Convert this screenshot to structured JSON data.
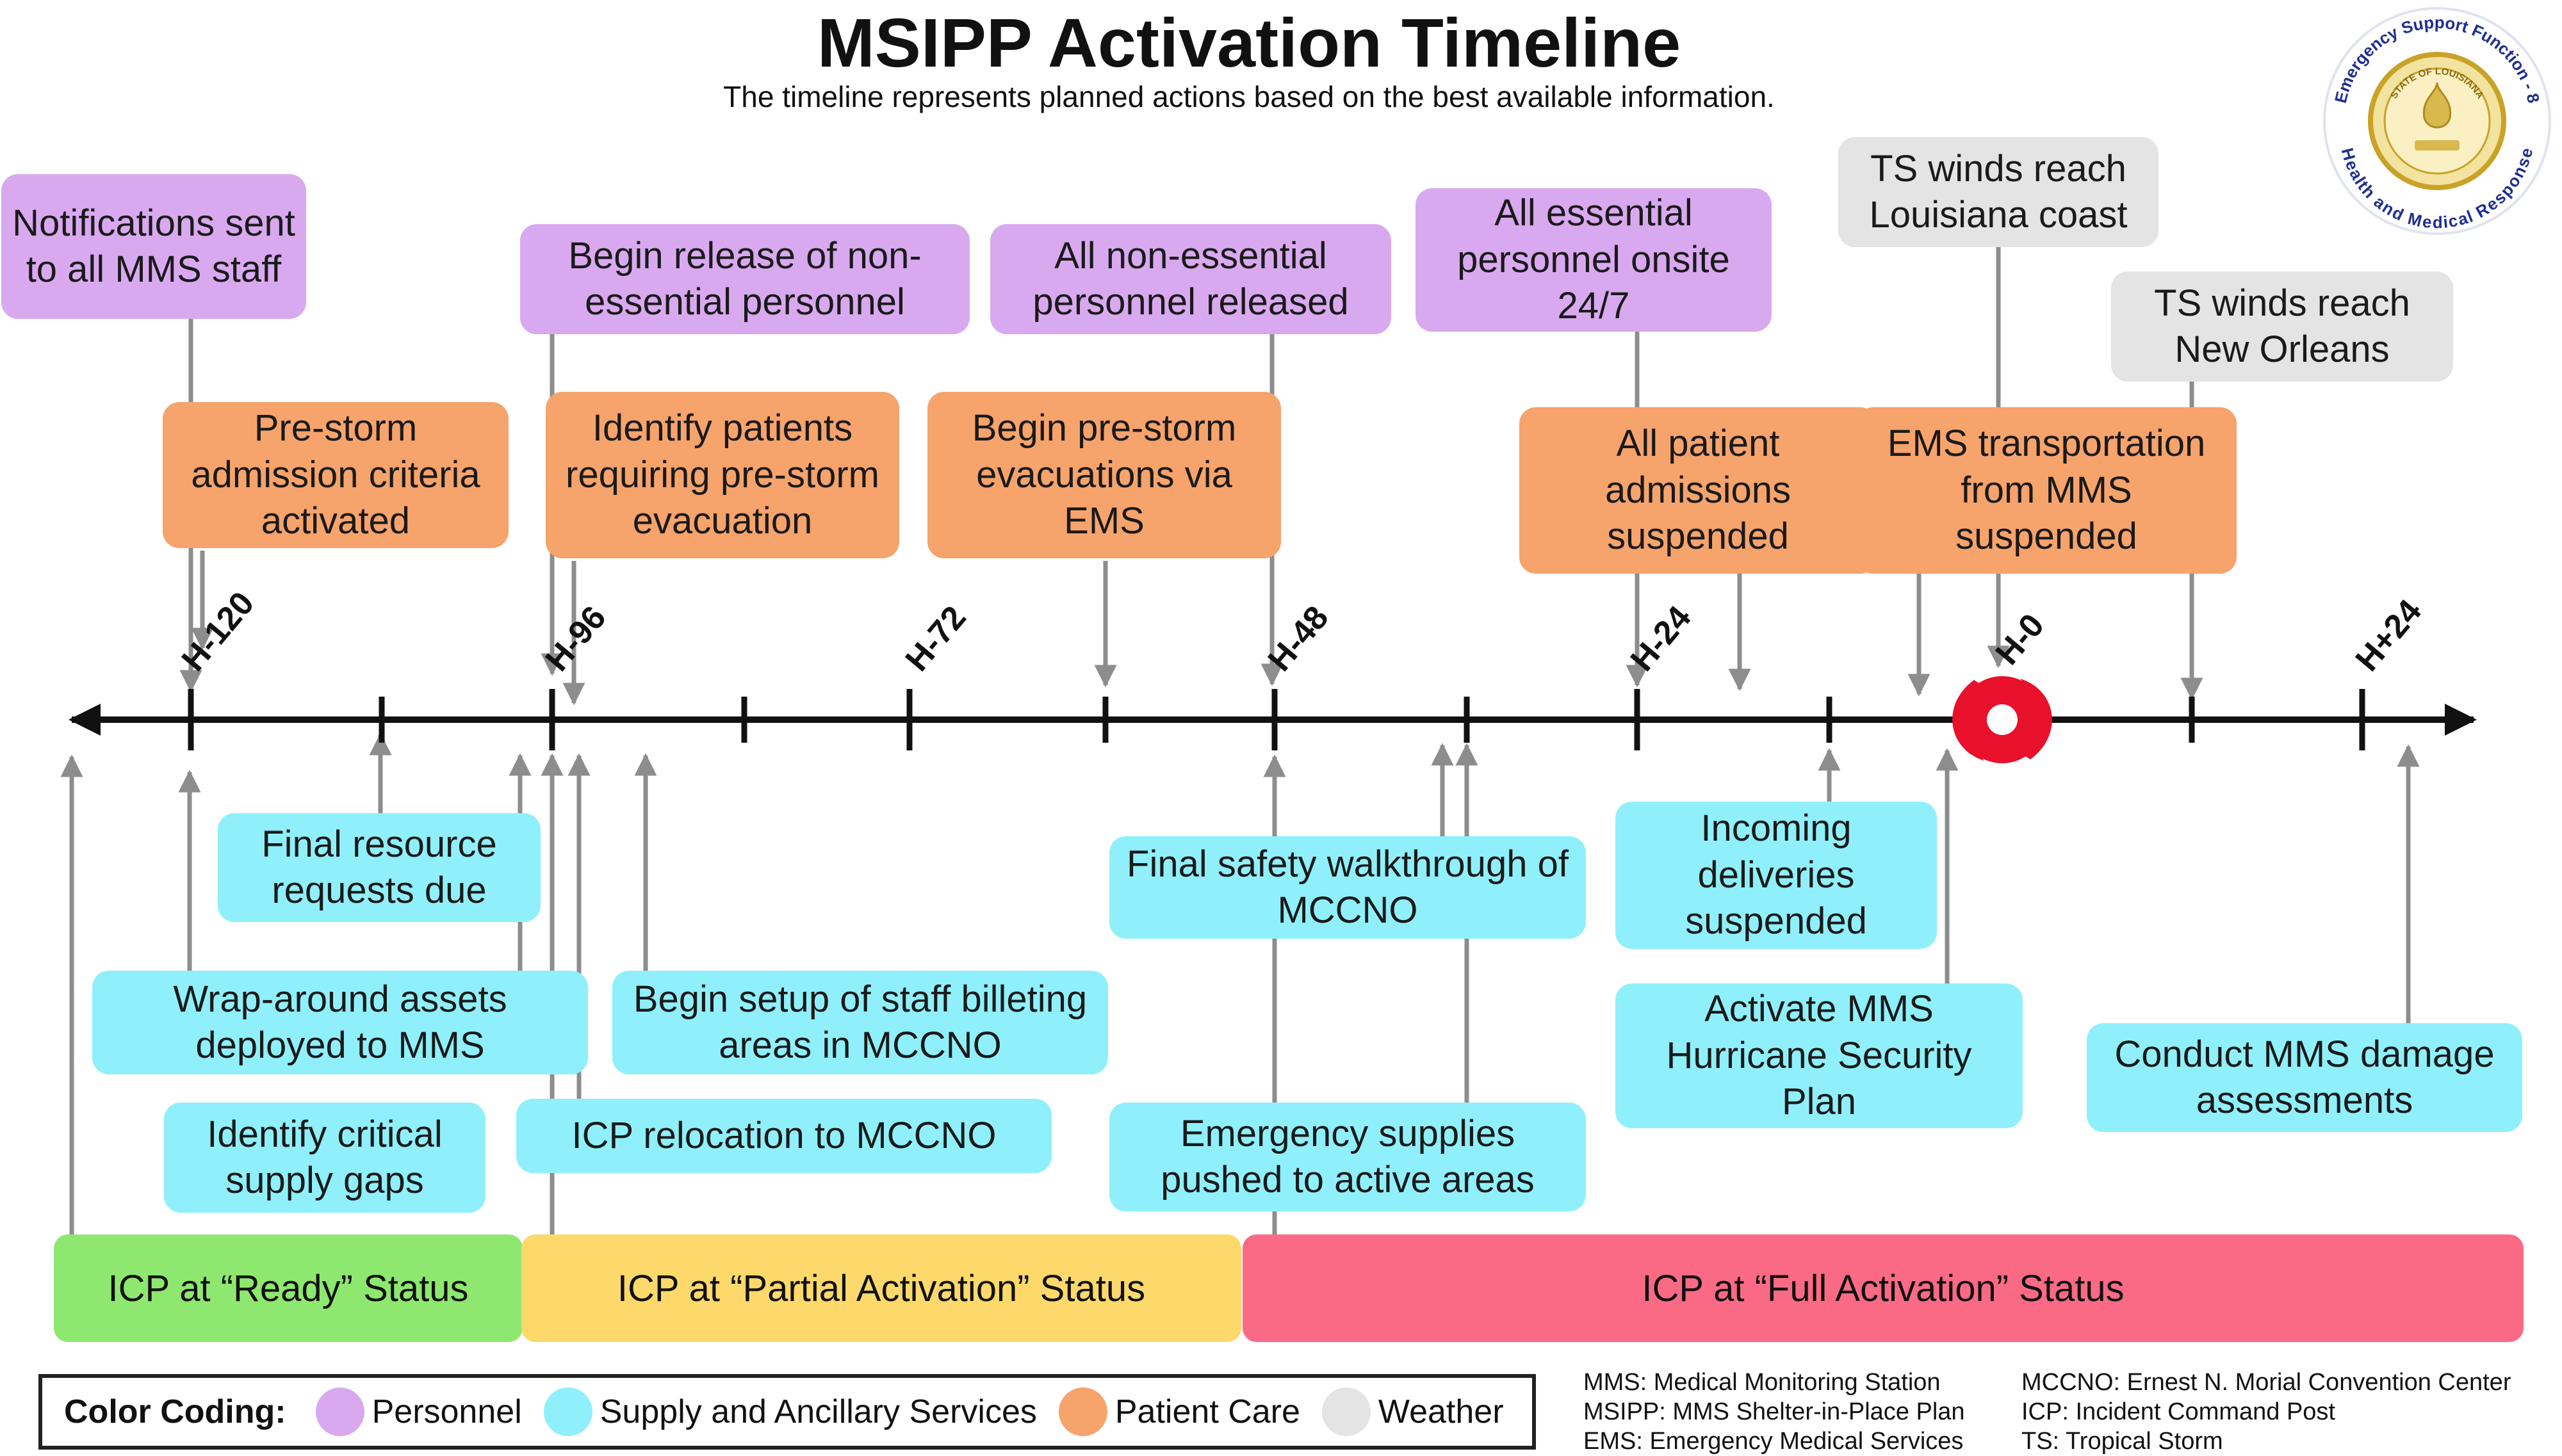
{
  "title": "MSIPP Activation Timeline",
  "subtitle": "The timeline represents planned actions based on the best available information.",
  "ticks": [
    "H-120",
    "H-96",
    "H-72",
    "H-48",
    "H-24",
    "H-0",
    "H+24"
  ],
  "personnel": {
    "notifications": "Notifications sent to all MMS staff",
    "begin_release": "Begin release of non-essential personnel",
    "all_nonessential": "All non-essential personnel released",
    "all_essential": "All essential personnel onsite 24/7"
  },
  "care": {
    "prestorm_admission": "Pre-storm admission criteria activated",
    "identify_patients": "Identify patients requiring pre-storm evacuation",
    "begin_evacuations": "Begin pre-storm evacuations via EMS",
    "admissions_suspended": "All patient admissions suspended",
    "ems_suspended": "EMS transportation from MMS suspended"
  },
  "weather": {
    "ts_coast": "TS winds reach Louisiana coast",
    "ts_no": "TS winds reach New Orleans"
  },
  "supply": {
    "final_resource": "Final resource requests due",
    "wraparound": "Wrap-around assets deployed to MMS",
    "critical_gaps": "Identify critical supply gaps",
    "icp_relocation": "ICP relocation to MCCNO",
    "billeting": "Begin setup of staff billeting areas in MCCNO",
    "walkthrough": "Final safety walkthrough of MCCNO",
    "emergency_supplies": "Emergency supplies pushed to active areas",
    "deliveries": "Incoming deliveries suspended",
    "security": "Activate MMS Hurricane Security Plan",
    "damage": "Conduct MMS damage assessments"
  },
  "status": {
    "ready": "ICP at “Ready” Status",
    "partial": "ICP at “Partial Activation” Status",
    "full": "ICP at “Full Activation” Status"
  },
  "legend": {
    "title": "Color Coding:",
    "personnel": "Personnel",
    "supply": "Supply and Ancillary Services",
    "care": "Patient Care",
    "weather": "Weather"
  },
  "abbreviations": [
    "MMS: Medical Monitoring Station",
    "MSIPP: MMS Shelter-in-Place Plan",
    "EMS: Emergency Medical Services",
    "MCCNO: Ernest N. Morial Convention Center",
    "ICP: Incident Command Post",
    "TS: Tropical Storm"
  ],
  "logo": {
    "ring_top": "Emergency Support Function - 8",
    "ring_bottom": "Health and Medical Response",
    "seal_text": "STATE OF LOUISIANA"
  },
  "colors": {
    "personnel": "#d9a9f0",
    "supply": "#8ff0fb",
    "care": "#f6a36c",
    "weather": "#e3e4e3",
    "ready": "#8ee870",
    "partial": "#fcd96a",
    "full": "#fb6a85",
    "hurricane": "#e8102a",
    "connector": "#8d8d8d"
  }
}
